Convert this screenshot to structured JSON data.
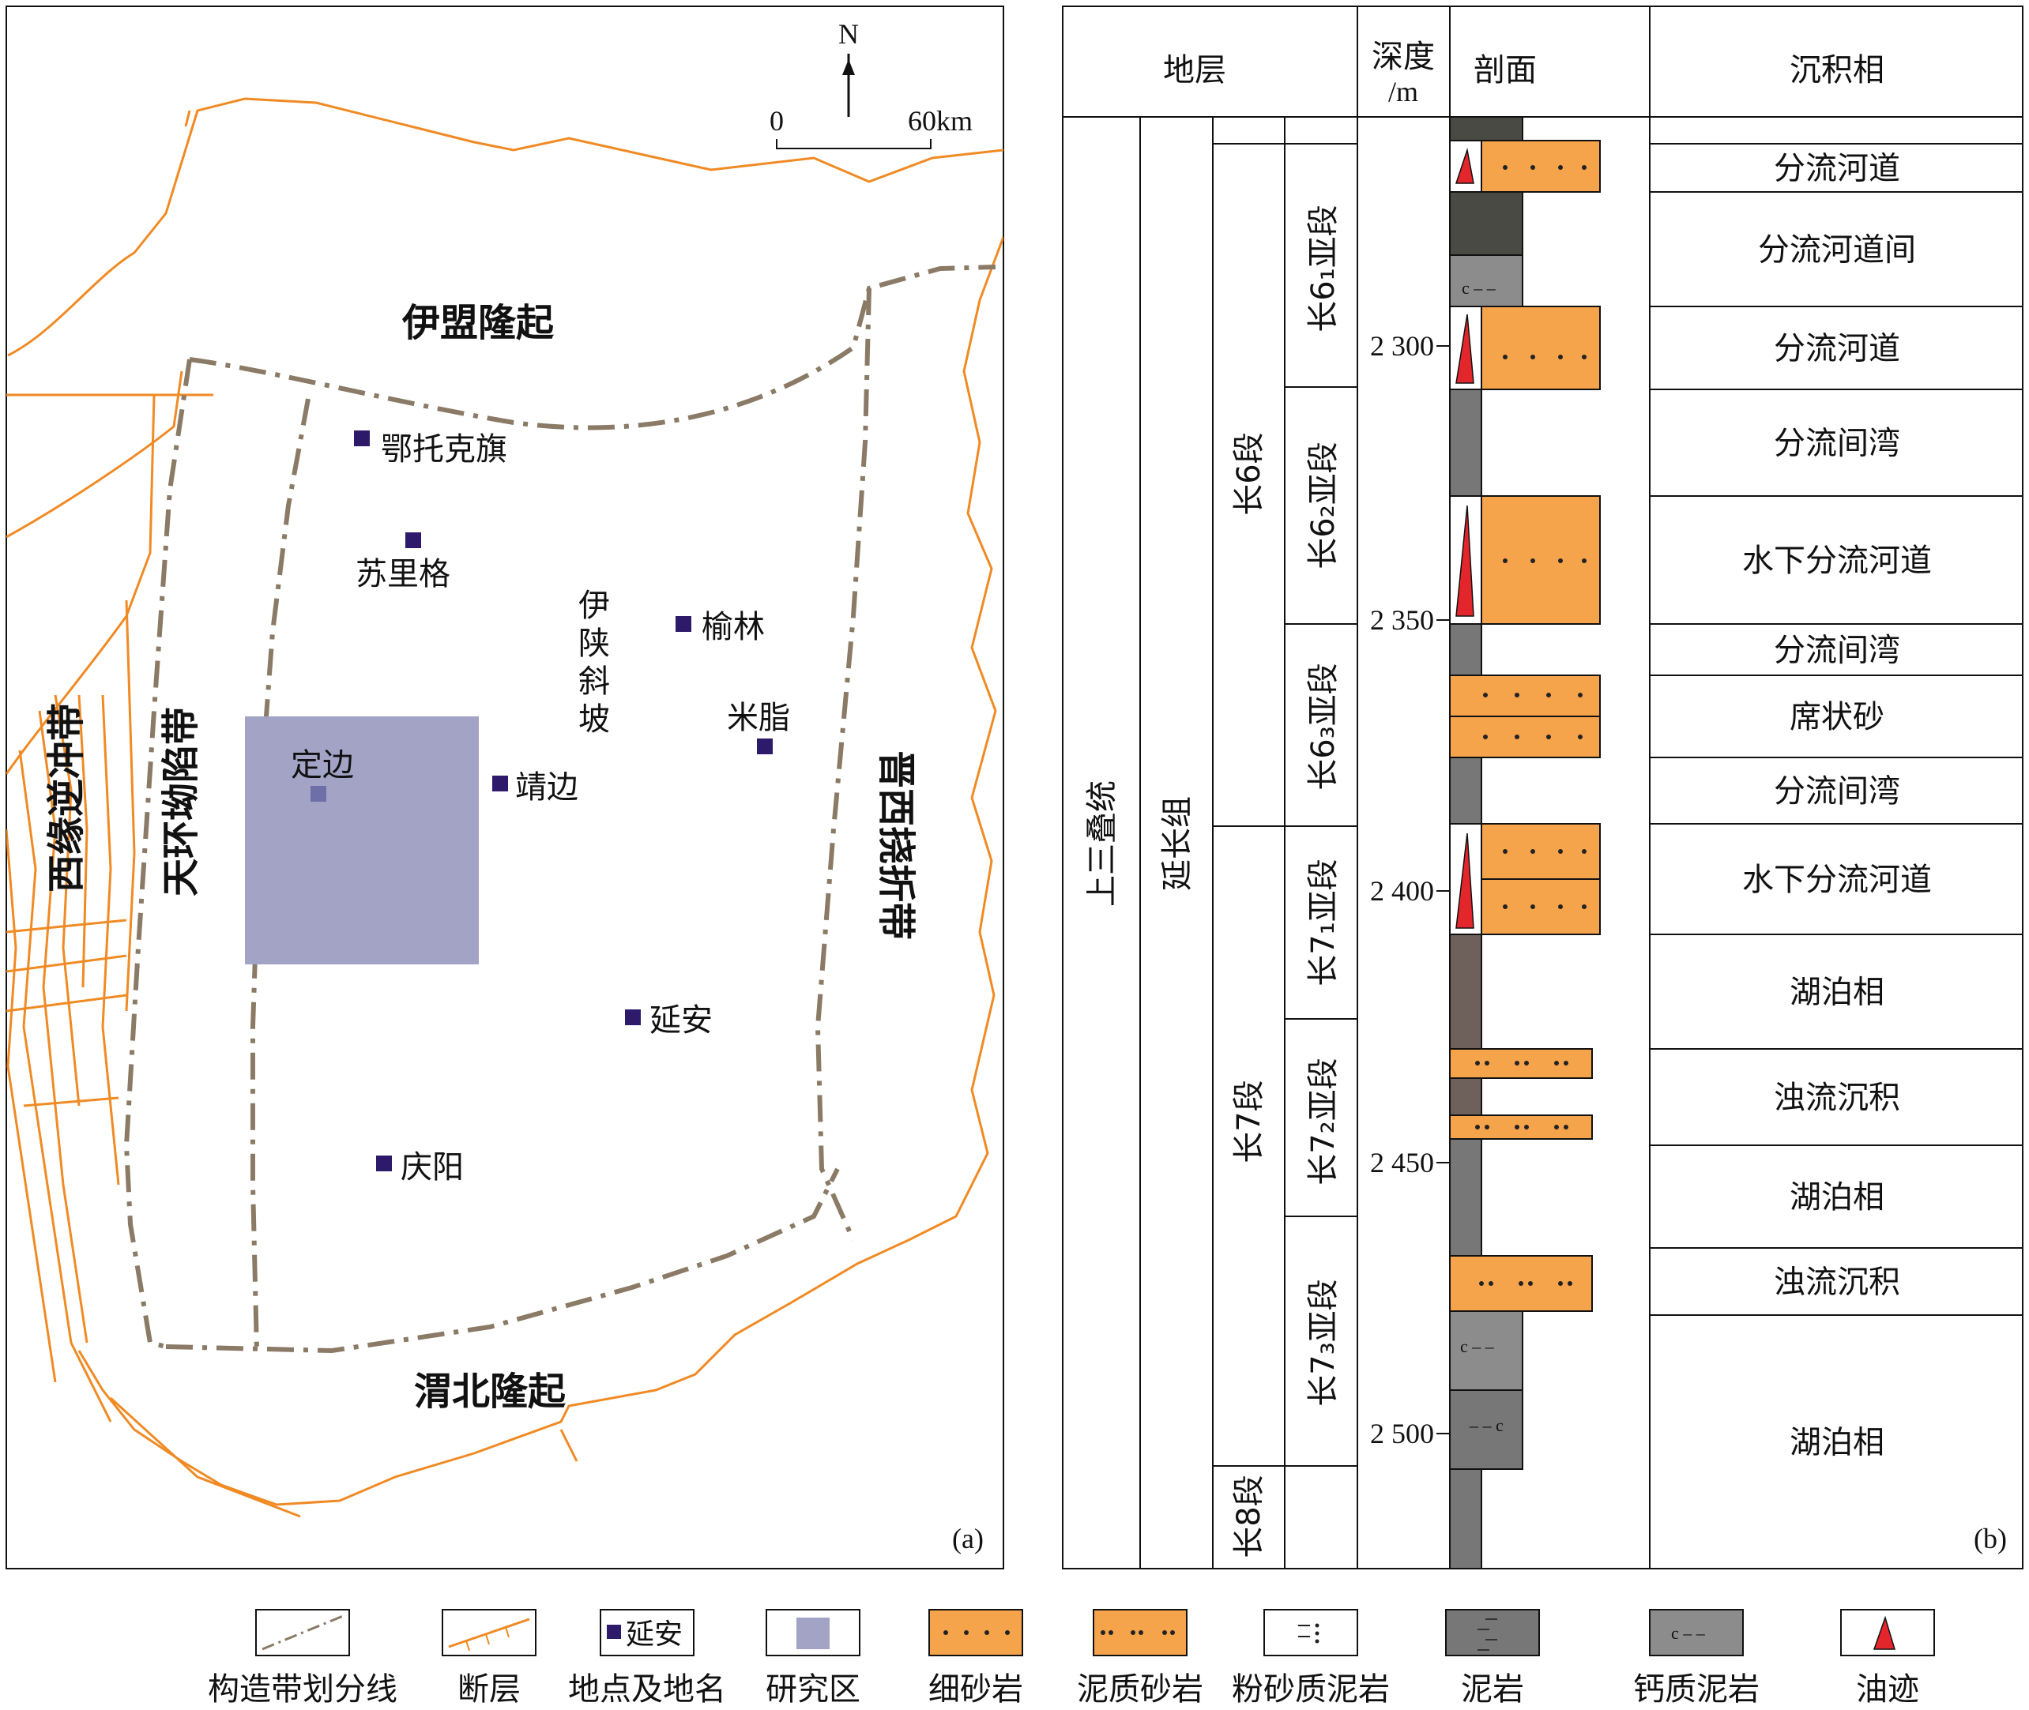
{
  "panel_a": {
    "label": "(a)",
    "north": "N",
    "scale": {
      "start": "0",
      "end": "60km"
    },
    "regions": {
      "ymlq": "伊盟隆起",
      "wblq": "渭北隆起",
      "xyncd": "西缘逆冲带",
      "thaxd": "天环坳陷带",
      "jxnzd": "晋西挠折带",
      "ysxp": "伊陕斜坡"
    },
    "places": {
      "etkq": "鄂托克旗",
      "slg": "苏里格",
      "yl": "榆林",
      "mz": "米脂",
      "db": "定边",
      "jb": "靖边",
      "ya": "延安",
      "qy": "庆阳"
    }
  },
  "panel_b": {
    "label": "(b)",
    "headers": {
      "strata": "地层",
      "depth_line1": "深度",
      "depth_line2": "/m",
      "section": "剖面",
      "facies": "沉积相"
    },
    "system": "上三叠统",
    "formation": "延长组",
    "members": {
      "c6": "长6段",
      "c7": "长7段",
      "c8": "长8段"
    },
    "submembers": {
      "c61": "长6₁亚段",
      "c62": "长6₂亚段",
      "c63": "长6₃亚段",
      "c71": "长7₁亚段",
      "c72": "长7₂亚段",
      "c73": "长7₃亚段"
    },
    "depth_ticks": [
      "2 300",
      "2 350",
      "2 400",
      "2 450",
      "2 500"
    ],
    "facies": [
      "分流河道",
      "分流河道间",
      "分流河道",
      "分流间湾",
      "水下分流河道",
      "分流间湾",
      "席状砂",
      "分流间湾",
      "水下分流河道",
      "湖泊相",
      "浊流沉积",
      "湖泊相",
      "浊流沉积",
      "湖泊相"
    ]
  },
  "legend": {
    "items": [
      "构造带划分线",
      "断层",
      "地点及地名",
      "研究区",
      "细砂岩",
      "泥质砂岩",
      "粉砂质泥岩",
      "泥岩",
      "钙质泥岩",
      "油迹"
    ],
    "place_sample": "延安"
  },
  "colors": {
    "fault": "#f08a24",
    "boundary": "#8a7a66",
    "study_area": "#a3a3c6",
    "place": "#2e1a6b",
    "sandstone": "#f6a44c",
    "mudstone": "#777777",
    "silty_mudstone": "#4a4a44",
    "calcareous_mudstone": "#8c8c8c",
    "oil": "#e3262c"
  }
}
